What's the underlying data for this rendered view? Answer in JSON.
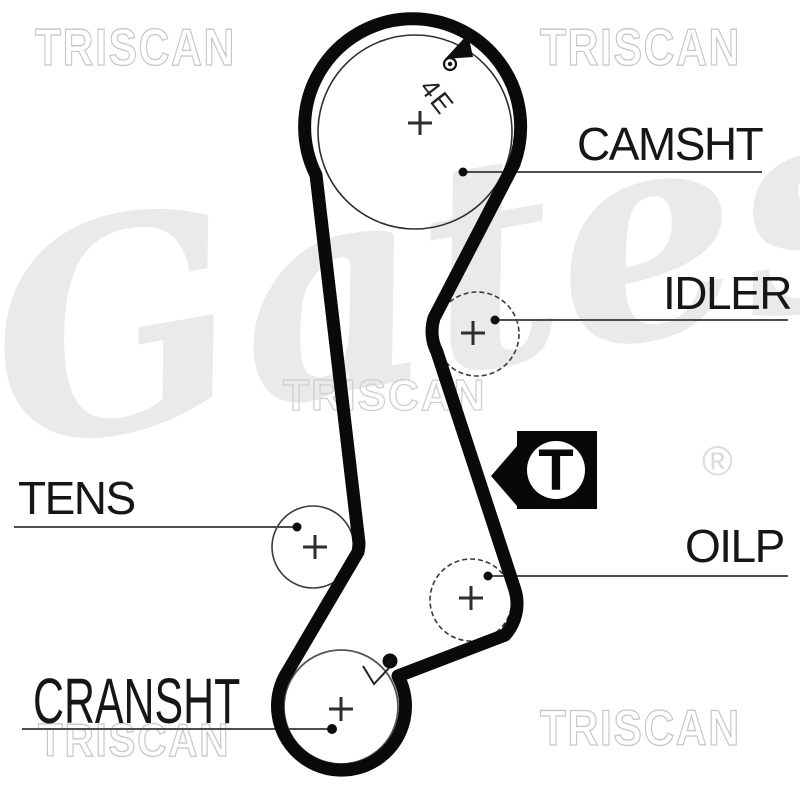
{
  "diagram": {
    "labels": {
      "camshaft": "CAMSHT",
      "idler": "IDLER",
      "tensioner": "TENS",
      "oil_pump": "OILP",
      "crankshaft": "CRANSHT"
    },
    "markers": {
      "cam_timing_mark": "4E",
      "tensioner_direction_mark": "T"
    },
    "watermarks": {
      "brand": "TRISCAN",
      "logo": "Gates",
      "registered": "®"
    },
    "colors": {
      "belt": "#0a0a0a",
      "leader_line": "#4d4d4d",
      "label_text": "#161616",
      "pulley_outline": "#3a3a3a",
      "watermark_outline": "#c6c6c6",
      "gates_watermark": "#eaeaea"
    }
  }
}
